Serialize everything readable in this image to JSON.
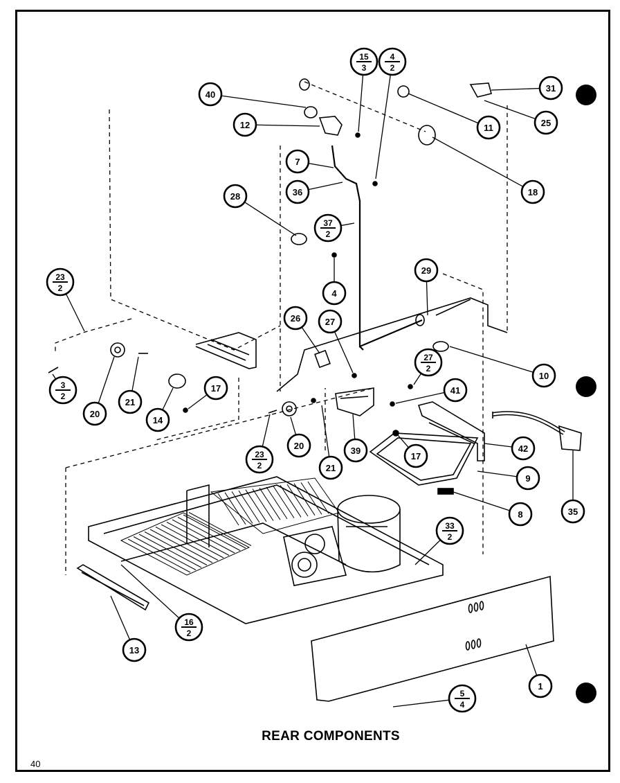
{
  "title": "REAR COMPONENTS",
  "page_number": "40",
  "callouts": [
    {
      "id": "c1",
      "num": "1"
    },
    {
      "id": "c4",
      "num": "4"
    },
    {
      "id": "c7",
      "num": "7"
    },
    {
      "id": "c8",
      "num": "8"
    },
    {
      "id": "c9",
      "num": "9"
    },
    {
      "id": "c10",
      "num": "10"
    },
    {
      "id": "c11",
      "num": "11"
    },
    {
      "id": "c12",
      "num": "12"
    },
    {
      "id": "c13",
      "num": "13"
    },
    {
      "id": "c14",
      "num": "14"
    },
    {
      "id": "c17a",
      "num": "17"
    },
    {
      "id": "c17b",
      "num": "17"
    },
    {
      "id": "c18",
      "num": "18"
    },
    {
      "id": "c20a",
      "num": "20"
    },
    {
      "id": "c20b",
      "num": "20"
    },
    {
      "id": "c21a",
      "num": "21"
    },
    {
      "id": "c21b",
      "num": "21"
    },
    {
      "id": "c25",
      "num": "25"
    },
    {
      "id": "c26",
      "num": "26"
    },
    {
      "id": "c27",
      "num": "27"
    },
    {
      "id": "c28",
      "num": "28"
    },
    {
      "id": "c29",
      "num": "29"
    },
    {
      "id": "c31",
      "num": "31"
    },
    {
      "id": "c35",
      "num": "35"
    },
    {
      "id": "c36",
      "num": "36"
    },
    {
      "id": "c39",
      "num": "39"
    },
    {
      "id": "c40",
      "num": "40"
    },
    {
      "id": "c41",
      "num": "41"
    },
    {
      "id": "c42",
      "num": "42"
    },
    {
      "id": "f15_3",
      "num": "15",
      "den": "3"
    },
    {
      "id": "f4_2",
      "num": "4",
      "den": "2"
    },
    {
      "id": "f37_2",
      "num": "37",
      "den": "2"
    },
    {
      "id": "f23_2a",
      "num": "23",
      "den": "2"
    },
    {
      "id": "f23_2b",
      "num": "23",
      "den": "2"
    },
    {
      "id": "f3_2",
      "num": "3",
      "den": "2"
    },
    {
      "id": "f27_2",
      "num": "27",
      "den": "2"
    },
    {
      "id": "f33_2",
      "num": "33",
      "den": "2"
    },
    {
      "id": "f16_2",
      "num": "16",
      "den": "2"
    },
    {
      "id": "f5_4",
      "num": "5",
      "den": "4"
    }
  ]
}
